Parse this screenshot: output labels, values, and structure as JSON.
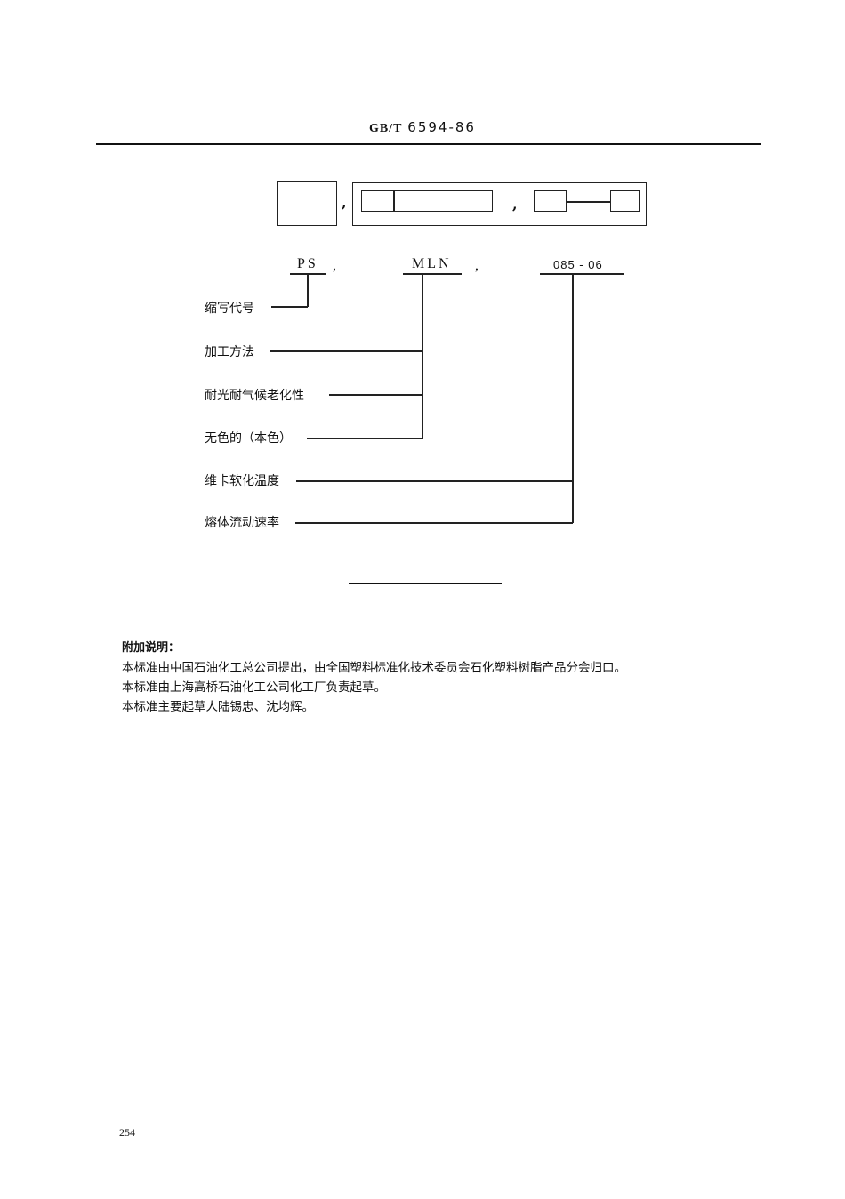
{
  "header": {
    "standard_prefix": "GB/T",
    "standard_number": "6594-86"
  },
  "diagram": {
    "template_separator_1": ",",
    "template_separator_2": ",",
    "codes": {
      "block1": "PS",
      "block2": "MLN",
      "block3": "085 - 06",
      "comma1": ",",
      "comma2": ","
    },
    "labels": [
      {
        "text": "缩写代号",
        "connects_to": "PS"
      },
      {
        "text": "加工方法",
        "connects_to": "MLN"
      },
      {
        "text": "耐光耐气候老化性",
        "connects_to": "MLN"
      },
      {
        "text": "无色的（本色）",
        "connects_to": "MLN"
      },
      {
        "text": "维卡软化温度",
        "connects_to": "085 - 06"
      },
      {
        "text": "熔体流动速率",
        "connects_to": "085 - 06"
      }
    ]
  },
  "notes": {
    "heading": "附加说明：",
    "lines": [
      "本标准由中国石油化工总公司提出，由全国塑料标准化技术委员会石化塑料树脂产品分会归口。",
      "本标准由上海高桥石油化工公司化工厂负责起草。",
      "本标准主要起草人陆锡忠、沈均辉。"
    ]
  },
  "footer": {
    "page_number": "254"
  }
}
